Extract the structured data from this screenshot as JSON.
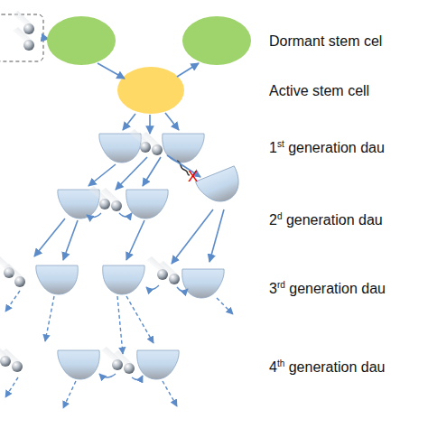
{
  "diagram": {
    "labels": [
      "Dormant stem cel",
      "Active stem cell",
      "1st generation dau",
      "2d generation dau",
      "3rd generation dau",
      "4th generation dau",
      "X"
    ]
  }
}
